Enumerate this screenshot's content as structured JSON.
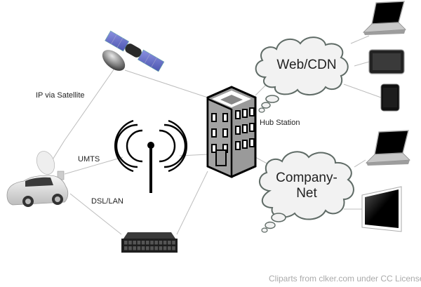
{
  "diagram": {
    "type": "network-topology",
    "nodes": [
      {
        "id": "car",
        "label": "",
        "icon": "satellite-car"
      },
      {
        "id": "satellite",
        "label": "",
        "icon": "satellite"
      },
      {
        "id": "antenna",
        "label": "",
        "icon": "radio-antenna"
      },
      {
        "id": "switch",
        "label": "",
        "icon": "network-switch"
      },
      {
        "id": "hub",
        "label": "Hub Station",
        "icon": "building"
      },
      {
        "id": "webcdn",
        "label": "Web/CDN",
        "icon": "cloud"
      },
      {
        "id": "companynet",
        "label_line1": "Company-",
        "label_line2": "Net",
        "icon": "cloud"
      },
      {
        "id": "laptop1",
        "label": "",
        "icon": "laptop"
      },
      {
        "id": "tablet",
        "label": "",
        "icon": "tablet"
      },
      {
        "id": "phone",
        "label": "",
        "icon": "smartphone"
      },
      {
        "id": "laptop2",
        "label": "",
        "icon": "laptop"
      },
      {
        "id": "monitor",
        "label": "",
        "icon": "monitor"
      }
    ],
    "edges": [
      {
        "from": "car",
        "to": "satellite",
        "label": "IP via Satellite"
      },
      {
        "from": "car",
        "to": "antenna",
        "label": "UMTS"
      },
      {
        "from": "car",
        "to": "switch",
        "label": "DSL/LAN"
      },
      {
        "from": "satellite",
        "to": "hub",
        "label": ""
      },
      {
        "from": "antenna",
        "to": "hub",
        "label": ""
      },
      {
        "from": "switch",
        "to": "hub",
        "label": ""
      },
      {
        "from": "hub",
        "to": "webcdn",
        "label": ""
      },
      {
        "from": "hub",
        "to": "companynet",
        "label": ""
      },
      {
        "from": "webcdn",
        "to": "laptop1",
        "label": ""
      },
      {
        "from": "webcdn",
        "to": "tablet",
        "label": ""
      },
      {
        "from": "webcdn",
        "to": "phone",
        "label": ""
      },
      {
        "from": "companynet",
        "to": "laptop2",
        "label": ""
      },
      {
        "from": "companynet",
        "to": "monitor",
        "label": ""
      }
    ]
  },
  "labels": {
    "ip_via_satellite": "IP via Satellite",
    "umts": "UMTS",
    "dsl_lan": "DSL/LAN",
    "hub_station": "Hub Station",
    "web_cdn": "Web/CDN",
    "company_net_line1": "Company-",
    "company_net_line2": "Net"
  },
  "credit": "Cliparts from clker.com under CC License",
  "colors": {
    "link": "#bcbcbc",
    "cloud_fill": "#f2f2f2",
    "cloud_stroke": "#5f6b66",
    "satellite_panel": "#6a72c8",
    "building_gray": "#9a9a9a"
  }
}
